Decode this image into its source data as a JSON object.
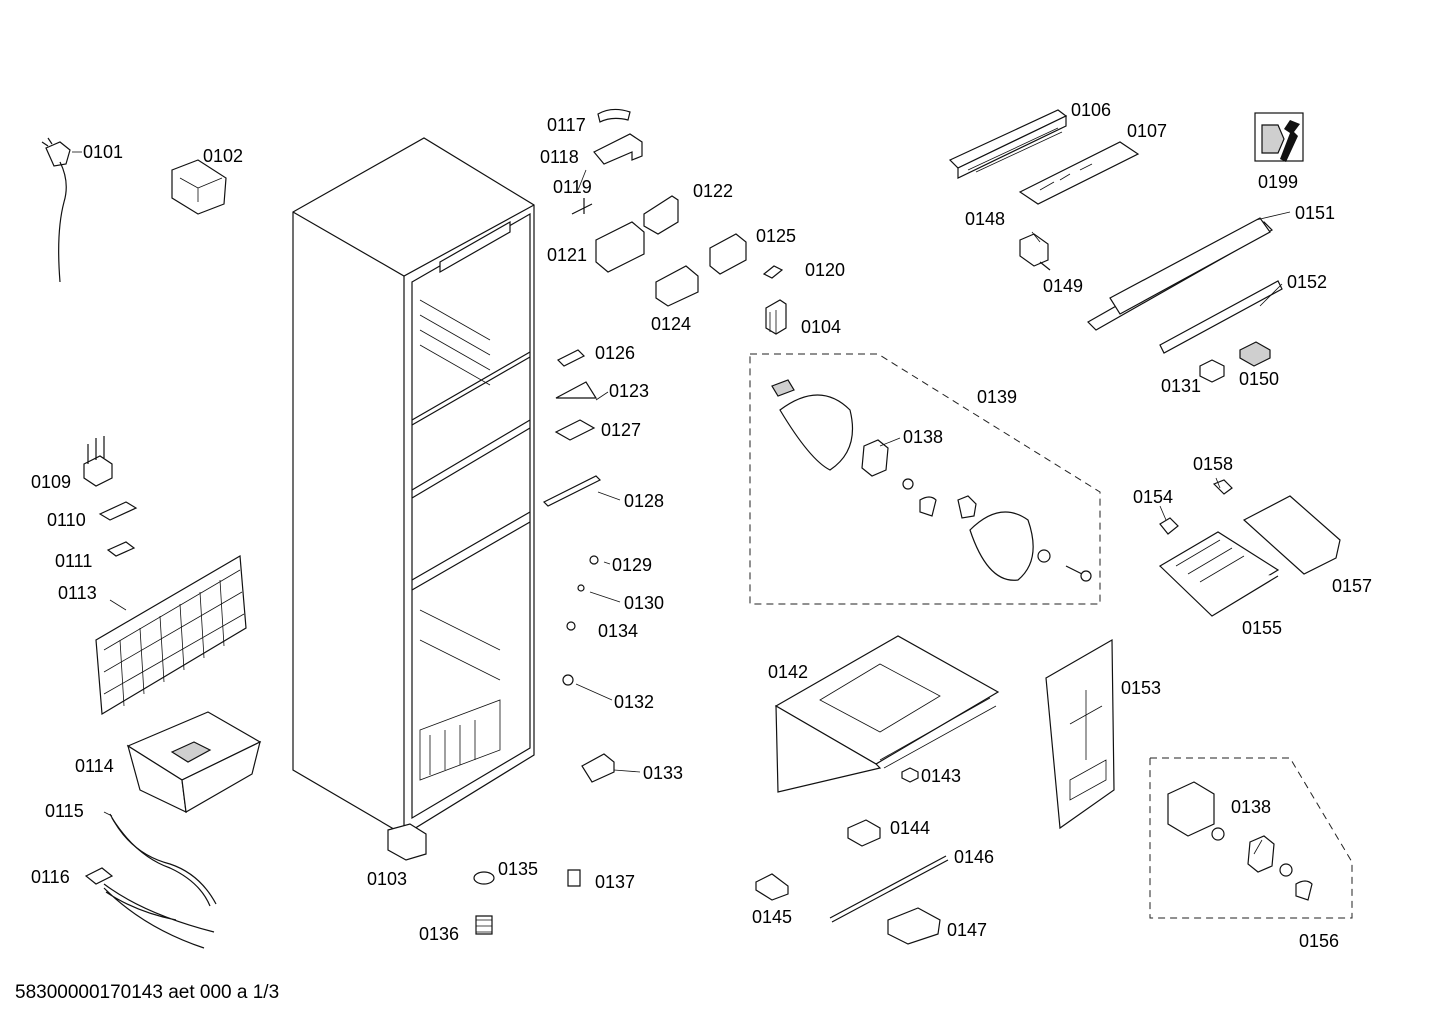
{
  "diagram": {
    "labels": [
      {
        "id": "0101",
        "text": "0101"
      },
      {
        "id": "0102",
        "text": "0102"
      },
      {
        "id": "0103",
        "text": "0103"
      },
      {
        "id": "0104",
        "text": "0104"
      },
      {
        "id": "0106",
        "text": "0106"
      },
      {
        "id": "0107",
        "text": "0107"
      },
      {
        "id": "0109",
        "text": "0109"
      },
      {
        "id": "0110",
        "text": "0110"
      },
      {
        "id": "0111",
        "text": "0111"
      },
      {
        "id": "0113",
        "text": "0113"
      },
      {
        "id": "0114",
        "text": "0114"
      },
      {
        "id": "0115",
        "text": "0115"
      },
      {
        "id": "0116",
        "text": "0116"
      },
      {
        "id": "0117",
        "text": "0117"
      },
      {
        "id": "0118",
        "text": "0118"
      },
      {
        "id": "0119",
        "text": "0119"
      },
      {
        "id": "0120",
        "text": "0120"
      },
      {
        "id": "0121",
        "text": "0121"
      },
      {
        "id": "0122",
        "text": "0122"
      },
      {
        "id": "0123",
        "text": "0123"
      },
      {
        "id": "0124",
        "text": "0124"
      },
      {
        "id": "0125",
        "text": "0125"
      },
      {
        "id": "0126",
        "text": "0126"
      },
      {
        "id": "0127",
        "text": "0127"
      },
      {
        "id": "0128",
        "text": "0128"
      },
      {
        "id": "0129",
        "text": "0129"
      },
      {
        "id": "0130",
        "text": "0130"
      },
      {
        "id": "0131",
        "text": "0131"
      },
      {
        "id": "0132",
        "text": "0132"
      },
      {
        "id": "0133",
        "text": "0133"
      },
      {
        "id": "0134",
        "text": "0134"
      },
      {
        "id": "0135",
        "text": "0135"
      },
      {
        "id": "0136",
        "text": "0136"
      },
      {
        "id": "0137",
        "text": "0137"
      },
      {
        "id": "0138a",
        "text": "0138"
      },
      {
        "id": "0138b",
        "text": "0138"
      },
      {
        "id": "0139",
        "text": "0139"
      },
      {
        "id": "0142",
        "text": "0142"
      },
      {
        "id": "0143",
        "text": "0143"
      },
      {
        "id": "0144",
        "text": "0144"
      },
      {
        "id": "0145",
        "text": "0145"
      },
      {
        "id": "0146",
        "text": "0146"
      },
      {
        "id": "0147",
        "text": "0147"
      },
      {
        "id": "0148",
        "text": "0148"
      },
      {
        "id": "0149",
        "text": "0149"
      },
      {
        "id": "0150",
        "text": "0150"
      },
      {
        "id": "0151",
        "text": "0151"
      },
      {
        "id": "0152",
        "text": "0152"
      },
      {
        "id": "0153",
        "text": "0153"
      },
      {
        "id": "0154",
        "text": "0154"
      },
      {
        "id": "0155",
        "text": "0155"
      },
      {
        "id": "0156",
        "text": "0156"
      },
      {
        "id": "0157",
        "text": "0157"
      },
      {
        "id": "0158",
        "text": "0158"
      },
      {
        "id": "0199",
        "text": "0199"
      }
    ],
    "footer": "58300000170143 aet 000 a 1/3"
  }
}
